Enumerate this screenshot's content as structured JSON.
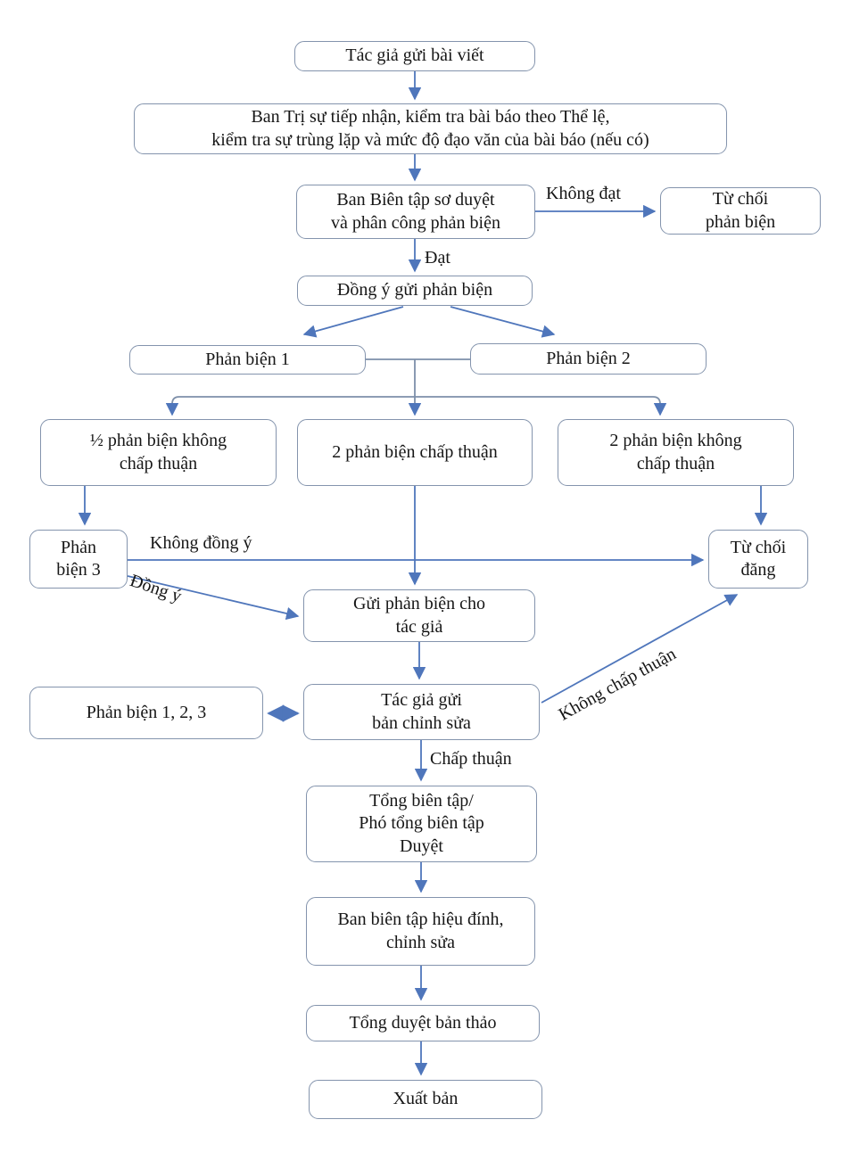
{
  "colors": {
    "box_border": "#8494ad",
    "arrow": "#4f76bb",
    "muted_line": "#7d8fa9",
    "text": "#161616"
  },
  "nodes": {
    "submit": {
      "label": "Tác giả gửi bài viết"
    },
    "intake": {
      "line1": "Ban Trị sự tiếp nhận, kiểm tra bài báo theo Thể lệ,",
      "line2": "kiểm tra sự trùng lặp và mức độ đạo văn của bài báo (nếu có)"
    },
    "preliminary": {
      "line1": "Ban Biên tập sơ duyệt",
      "line2": "và phân công phản biện"
    },
    "reject_review": {
      "line1": "Từ chối",
      "line2": "phản biện"
    },
    "agree_send": {
      "label": "Đồng ý gửi phản biện"
    },
    "reviewer1": {
      "label": "Phản biện 1"
    },
    "reviewer2": {
      "label": "Phản biện 2"
    },
    "half_reject": {
      "line1": "½ phản biện không",
      "line2": "chấp thuận"
    },
    "both_accept": {
      "label": "2 phản biện chấp thuận"
    },
    "both_reject": {
      "line1": "2 phản biện không",
      "line2": "chấp thuận"
    },
    "reviewer3": {
      "line1": "Phản",
      "line2": "biện 3"
    },
    "reject_publish": {
      "line1": "Từ chối",
      "line2": "đăng"
    },
    "send_review": {
      "line1": "Gửi phản biện cho",
      "line2": "tác giả"
    },
    "reviewers123": {
      "label": "Phản biện 1, 2, 3"
    },
    "author_revise": {
      "line1": "Tác giả gửi",
      "line2": "bản chỉnh sửa"
    },
    "eic_approve": {
      "line1": "Tổng biên tập/",
      "line2": "Phó tổng biên tập",
      "line3": "Duyệt"
    },
    "proofread": {
      "line1": "Ban biên tập hiệu đính,",
      "line2": "chỉnh sửa"
    },
    "final_review": {
      "label": "Tổng duyệt bản thảo"
    },
    "publish": {
      "label": "Xuất bản"
    }
  },
  "edge_labels": {
    "not_pass": "Không đạt",
    "pass": "Đạt",
    "not_agree": "Không đồng ý",
    "agree": "Đồng ý",
    "not_accepted": "Không chấp thuận",
    "accepted": "Chấp thuận"
  }
}
